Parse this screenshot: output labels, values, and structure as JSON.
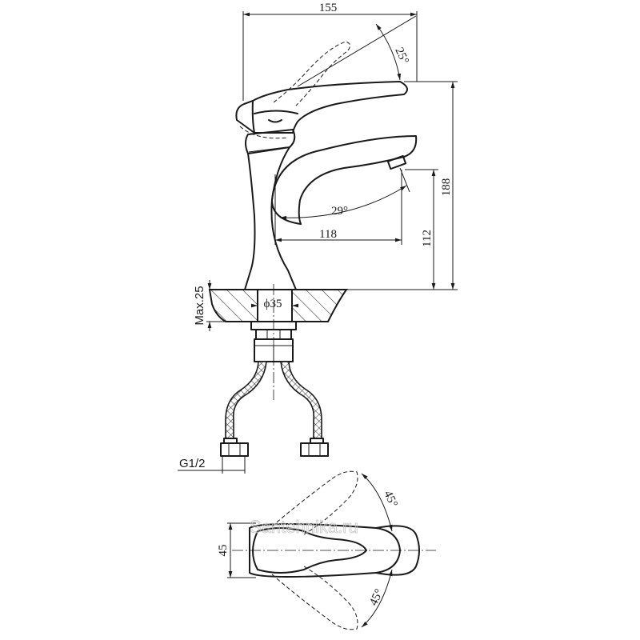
{
  "dimensions": {
    "overall_length": "155",
    "handle_angle": "25°",
    "overall_height": "188",
    "spout_angle": "29°",
    "spout_reach": "118",
    "spout_height": "112",
    "max_thickness": "Max.25",
    "body_diameter": "ϕ35",
    "thread": "G1/2",
    "top_width": "45",
    "rotation_angle_left": "45°",
    "rotation_angle_right": "45°"
  },
  "watermark": "Santehnika.ru"
}
